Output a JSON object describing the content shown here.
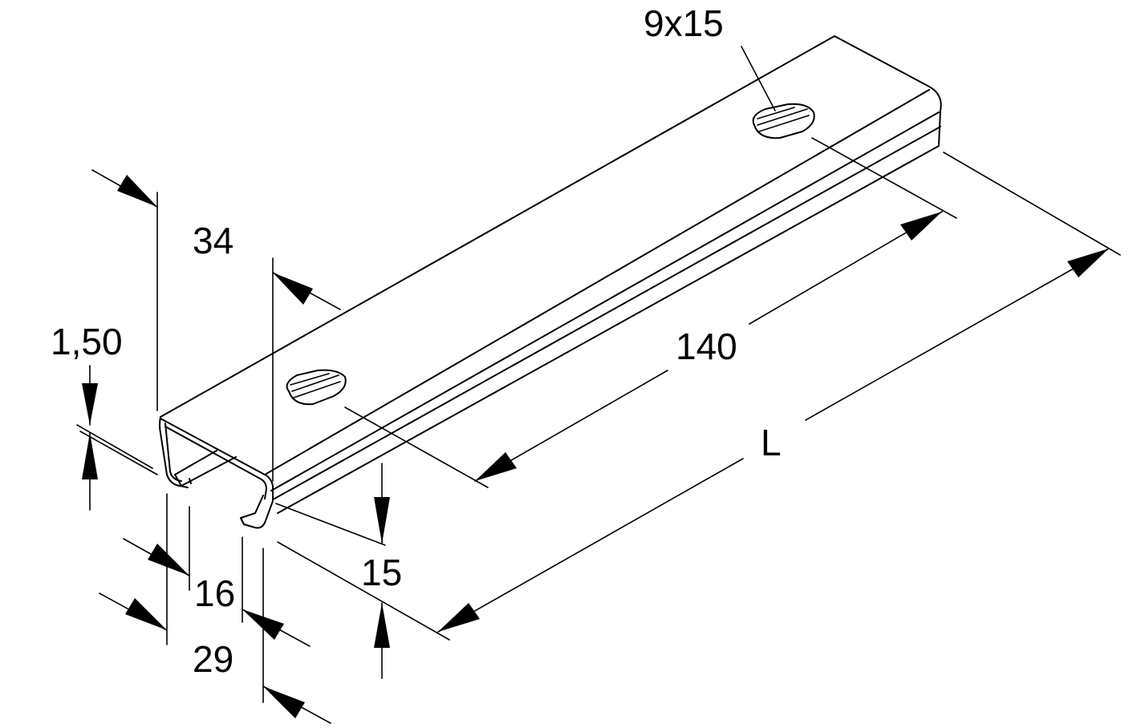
{
  "dimensions": {
    "slot": "9x15",
    "height": "34",
    "thickness": "1,50",
    "hole_spacing": "140",
    "length": "L",
    "lip_height": "15",
    "inner_width": "16",
    "outer_width": "29"
  },
  "colors": {
    "line": "#000000",
    "background": "#ffffff"
  }
}
